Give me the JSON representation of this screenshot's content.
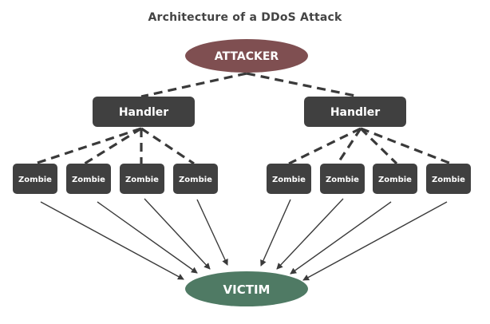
{
  "title": "Architecture of a DDoS Attack",
  "colors": {
    "attacker": "#7f4f51",
    "victim": "#4f7a64",
    "box": "#404040",
    "line": "#3a3a3a",
    "text": "#ffffff"
  },
  "nodes": {
    "attacker": {
      "label": "ATTACKER"
    },
    "victim": {
      "label": "VICTIM"
    },
    "handlers": [
      {
        "label": "Handler"
      },
      {
        "label": "Handler"
      }
    ],
    "zombies": [
      {
        "label": "Zombie",
        "handler": 0
      },
      {
        "label": "Zombie",
        "handler": 0
      },
      {
        "label": "Zombie",
        "handler": 0
      },
      {
        "label": "Zombie",
        "handler": 0
      },
      {
        "label": "Zombie",
        "handler": 1
      },
      {
        "label": "Zombie",
        "handler": 1
      },
      {
        "label": "Zombie",
        "handler": 1
      },
      {
        "label": "Zombie",
        "handler": 1
      }
    ]
  },
  "edges": {
    "control": "dashed",
    "attack": "arrow"
  }
}
